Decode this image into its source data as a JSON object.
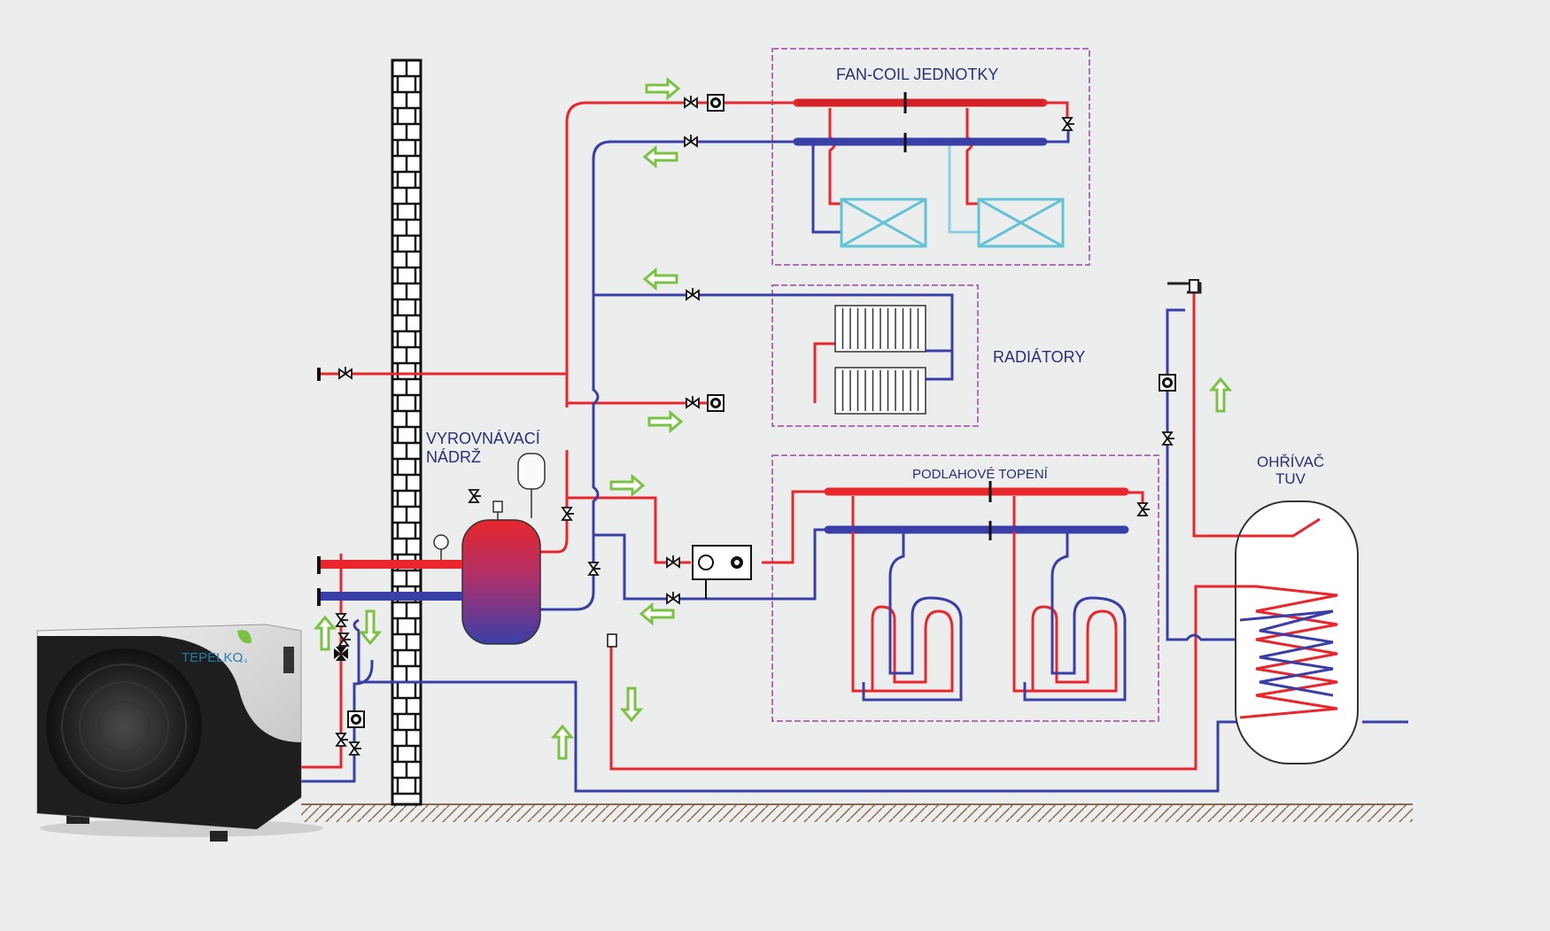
{
  "labels": {
    "fancoil": "FAN-COIL JEDNOTKY",
    "radiators": "RADIÁTORY",
    "tank_line1": "VYROVNÁVACÍ",
    "tank_line2": "NÁDRŽ",
    "floor": "PODLAHOVÉ TOPENÍ",
    "heater_line1": "OHŘÍVAČ",
    "heater_line2": "TUV"
  },
  "heat_pump": {
    "brand": "TEPELKO",
    "brand_suffix": "E S"
  },
  "colors": {
    "supply": "#e8262b",
    "return": "#3a3fa8",
    "flow_arrow": "#7cc242",
    "group_border": "#b36fb5",
    "label": "#2d2d7a",
    "fancoil_unit": "#62c3d6",
    "cold_branch": "#8fd0e0"
  }
}
